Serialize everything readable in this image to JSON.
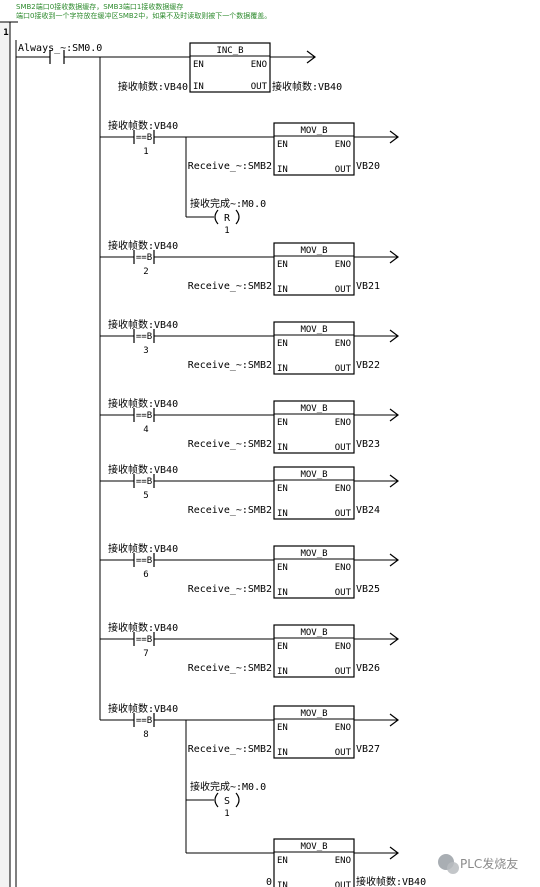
{
  "comment_lines": [
    "SMB2端口0接收数据缓存，SMB3端口1接收数据缓存",
    "端口0接收到一个字符放在缓冲区SMB2中，如果不及时读取则被下一个数据覆盖。"
  ],
  "network_number": "1",
  "watermark": "PLC发烧友",
  "colors": {
    "comment_text": "#2e8b2e",
    "wire": "#000000",
    "box_fill": "#ffffff",
    "margin": "#f3f3f3"
  },
  "icons": {
    "wire_end": "right-arrow-icon",
    "watermark": "wechat-bubble-icon"
  },
  "contact_sm0": {
    "label": "Always_~:SM0.0"
  },
  "inc_block": {
    "title": "INC_B",
    "en": "EN",
    "eno": "ENO",
    "in_pin": "IN",
    "out_pin": "OUT",
    "in_operand": "接收帧数:VB40",
    "out_operand": "接收帧数:VB40"
  },
  "rungs": [
    {
      "contact_label": "接收帧数:VB40",
      "compare": "==B",
      "constant": "1",
      "block_title": "MOV_B",
      "in_operand": "Receive_~:SMB2",
      "out_operand": "VB20",
      "coil": {
        "label": "接收完成~:M0.0",
        "type": "R",
        "count": "1"
      }
    },
    {
      "contact_label": "接收帧数:VB40",
      "compare": "==B",
      "constant": "2",
      "block_title": "MOV_B",
      "in_operand": "Receive_~:SMB2",
      "out_operand": "VB21"
    },
    {
      "contact_label": "接收帧数:VB40",
      "compare": "==B",
      "constant": "3",
      "block_title": "MOV_B",
      "in_operand": "Receive_~:SMB2",
      "out_operand": "VB22"
    },
    {
      "contact_label": "接收帧数:VB40",
      "compare": "==B",
      "constant": "4",
      "block_title": "MOV_B",
      "in_operand": "Receive_~:SMB2",
      "out_operand": "VB23"
    },
    {
      "contact_label": "接收帧数:VB40",
      "compare": "==B",
      "constant": "5",
      "block_title": "MOV_B",
      "in_operand": "Receive_~:SMB2",
      "out_operand": "VB24"
    },
    {
      "contact_label": "接收帧数:VB40",
      "compare": "==B",
      "constant": "6",
      "block_title": "MOV_B",
      "in_operand": "Receive_~:SMB2",
      "out_operand": "VB25"
    },
    {
      "contact_label": "接收帧数:VB40",
      "compare": "==B",
      "constant": "7",
      "block_title": "MOV_B",
      "in_operand": "Receive_~:SMB2",
      "out_operand": "VB26"
    },
    {
      "contact_label": "接收帧数:VB40",
      "compare": "==B",
      "constant": "8",
      "block_title": "MOV_B",
      "in_operand": "Receive_~:SMB2",
      "out_operand": "VB27",
      "coil": {
        "label": "接收完成~:M0.0",
        "type": "S",
        "count": "1"
      },
      "extra_block": {
        "block_title": "MOV_B",
        "in_operand": "0",
        "out_operand": "接收帧数:VB40"
      }
    }
  ],
  "pins": {
    "en": "EN",
    "eno": "ENO",
    "in": "IN",
    "out": "OUT"
  }
}
